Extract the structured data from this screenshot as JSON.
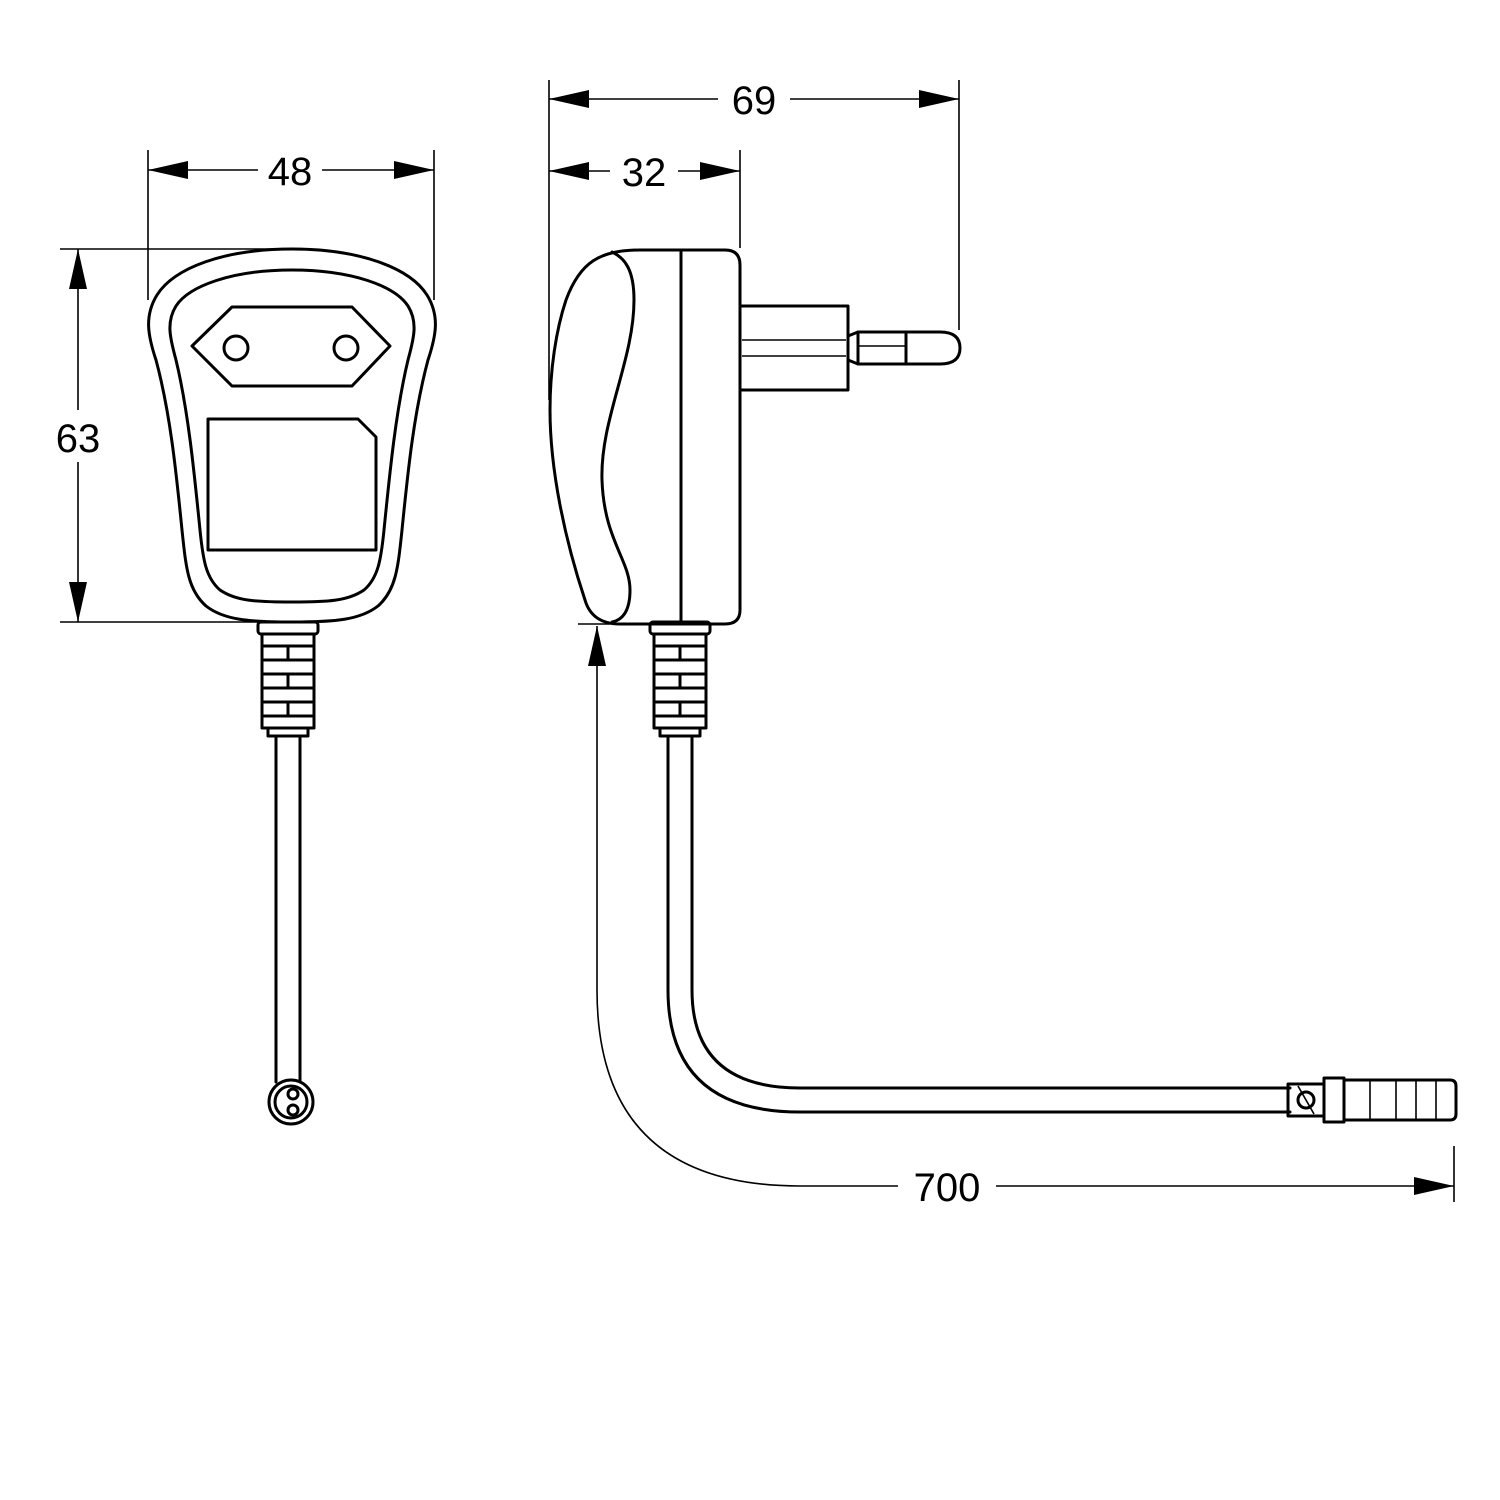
{
  "dimensions": {
    "front_width": "48",
    "front_height": "63",
    "plug_to_pin": "69",
    "body_depth": "32",
    "cable_length": "700"
  },
  "colors": {
    "line": "#000000",
    "background": "#ffffff"
  }
}
